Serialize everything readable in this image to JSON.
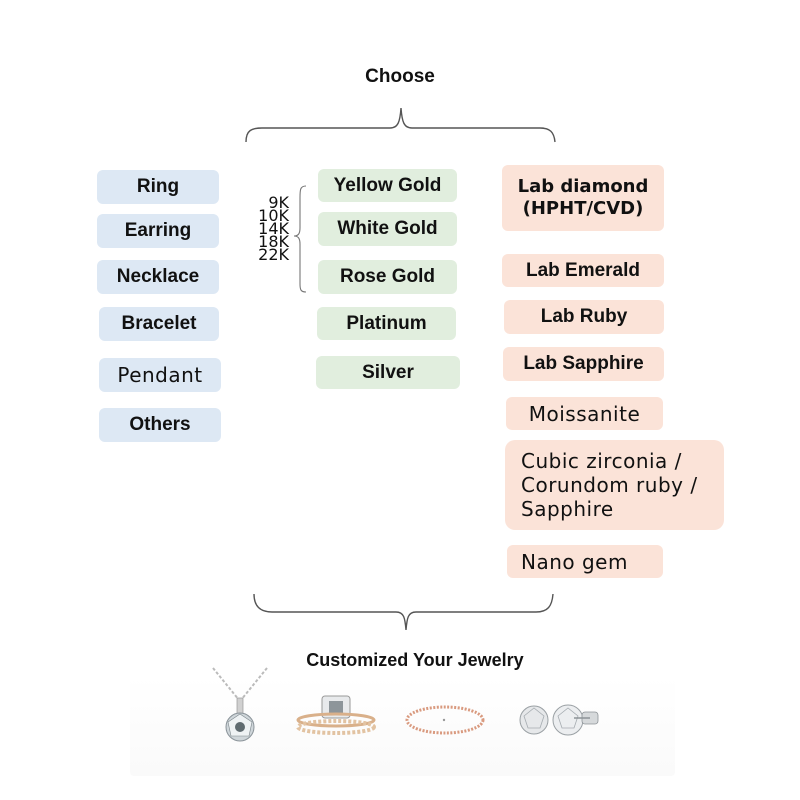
{
  "header": {
    "title": "Choose"
  },
  "footer": {
    "title": "Customized Your Jewelry"
  },
  "colors": {
    "product_box": "#dde8f4",
    "metal_box": "#e1eede",
    "stone_box": "#fbe3d8",
    "brace": "#555555"
  },
  "products": [
    {
      "label": "Ring"
    },
    {
      "label": "Earring"
    },
    {
      "label": "Necklace"
    },
    {
      "label": "Bracelet"
    },
    {
      "label": "Pendant"
    },
    {
      "label": "Others"
    }
  ],
  "karats": [
    "9K",
    "10K",
    "14K",
    "18K",
    "22K"
  ],
  "metals": [
    {
      "label": "Yellow Gold"
    },
    {
      "label": "White Gold"
    },
    {
      "label": "Rose Gold"
    },
    {
      "label": "Platinum"
    },
    {
      "label": "Silver"
    }
  ],
  "stones": [
    {
      "line1": "Lab diamond",
      "line2": "(HPHT/CVD)"
    },
    {
      "label": "Lab Emerald"
    },
    {
      "label": "Lab Ruby"
    },
    {
      "label": "Lab Sapphire"
    },
    {
      "label": "Moissanite"
    },
    {
      "line1": "Cubic zirconia /",
      "line2": "Corundom ruby /",
      "line3": "Sapphire"
    },
    {
      "label": "Nano gem"
    }
  ],
  "photos": [
    {
      "name": "necklace-pendant"
    },
    {
      "name": "ring-set"
    },
    {
      "name": "tennis-bracelet"
    },
    {
      "name": "stud-earrings"
    }
  ]
}
